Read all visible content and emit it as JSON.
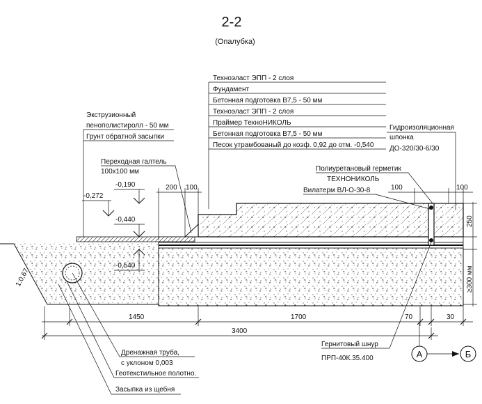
{
  "section_title": "2-2",
  "section_subtitle": "(Опалубка)",
  "layers_foundation": [
    "Техноэласт ЭПП - 2 слоя",
    "Фундамент",
    "Бетонная подготовка В7,5 - 50 мм",
    "Техноэласт ЭПП - 2 слоя",
    "Праймер ТехноНИКОЛЬ",
    "Бетонная подготовка В7,5 - 50 мм",
    "Песок утрамбованый до коэф. 0,92 до отм. -0,540"
  ],
  "layers_backfill": [
    "Экструзионный",
    "пенополистиролл - 50 мм",
    "Грунт обратной засыпки"
  ],
  "galtel": {
    "line1": "Переходная галтель",
    "line2": "100х100 мм"
  },
  "waterstop": {
    "line1": "Гидроизоляционная",
    "line2": "шпонка",
    "line3": "ДО-320/30-6/30"
  },
  "sealant": {
    "line1": "Полиуретановый герметик",
    "line2": "ТЕХНОНИКОЛЬ"
  },
  "vilaterm": "Вилатерм ВЛ-О-30-8",
  "gernit": {
    "line1": "Гернитовый шнур",
    "line2": "ПРП-40К.35.400"
  },
  "drain": {
    "line1": "Дренажная труба,",
    "line2": "с уклоном 0,003"
  },
  "geotextile": "Геотекстильное полотно.",
  "gravel": "Засыпка из щебня",
  "slope": "1:0,67",
  "levels": [
    "-0,190",
    "-0,272",
    "-0,440",
    "-0,540"
  ],
  "dims_top": [
    "200",
    "100",
    "100",
    "100"
  ],
  "dims_right": [
    "250",
    "≥300 мм"
  ],
  "dims_bottom": [
    "1450",
    "1700",
    "70",
    "30"
  ],
  "dim_total": "3400",
  "axes": [
    "А",
    "Б"
  ]
}
